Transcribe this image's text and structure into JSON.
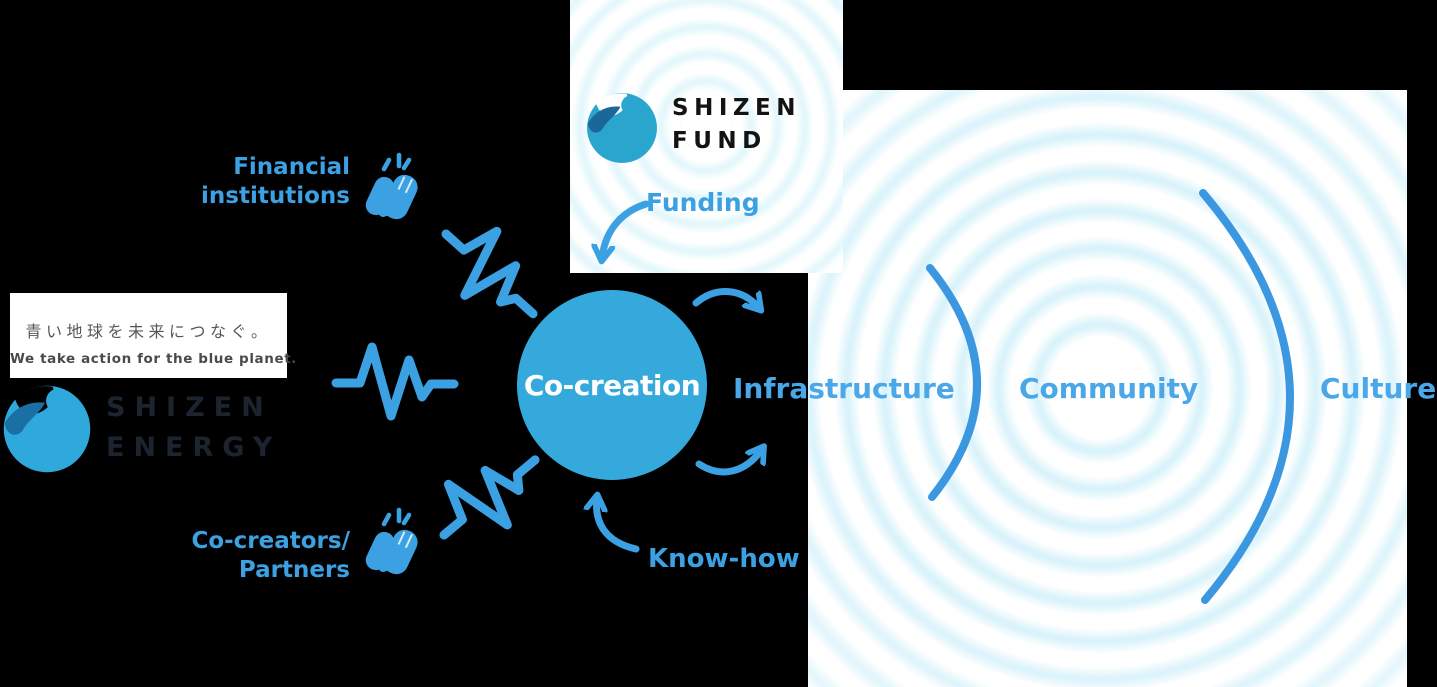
{
  "center_circle": {
    "label": "Co-creation"
  },
  "contributors": {
    "financial_line1": "Financial",
    "financial_line2": "institutions",
    "cocreators_line1": "Co-creators/",
    "cocreators_line2": "Partners"
  },
  "flows": {
    "funding": "Funding",
    "knowhow": "Know-how"
  },
  "fund_logo": {
    "line1": "SHIZEN",
    "line2": "FUND"
  },
  "energy_logo": {
    "tagline_jp": "青い地球を未来につなぐ。",
    "tagline_en": "We take action for the blue planet.",
    "wordmark_line1": "SHIZEN",
    "wordmark_line2": "ENERGY"
  },
  "outcomes": {
    "infrastructure": "Infrastructure",
    "community": "Community",
    "culture": "Culture"
  },
  "colors": {
    "accent_blue": "#3ba1e2",
    "outcome_label_blue": "#4aa7e8",
    "circle_fill": "#35a9db",
    "arc_blue": "#3b97df",
    "ripple_light_blue": "#daf3fb",
    "logo_light_blue": "#2fa9dc",
    "logo_dark_blue": "#1a6fa5",
    "fund_wordmark_black": "#131313",
    "energy_wordmark_dark": "#1c2430",
    "tagline_gray": "#595757",
    "background": "#000000"
  }
}
